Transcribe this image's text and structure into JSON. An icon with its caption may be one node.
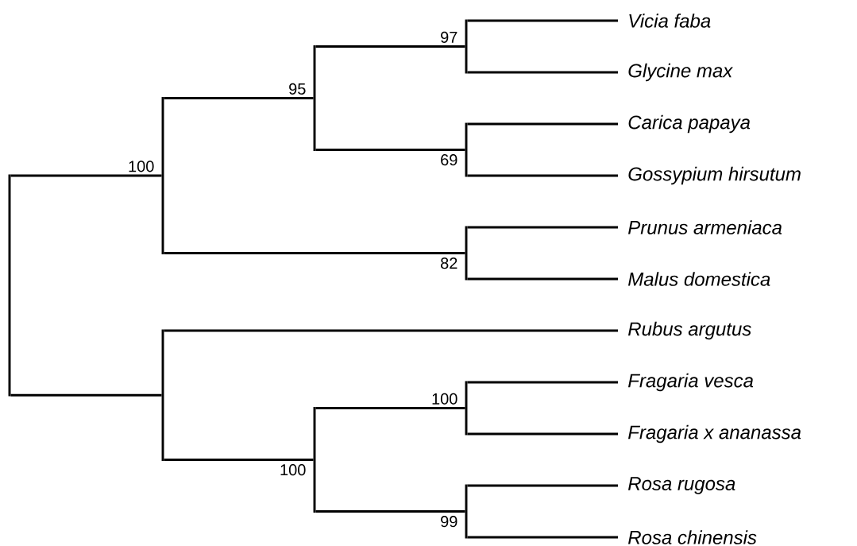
{
  "diagram": {
    "nodes": [
      {
        "text": [],
        "shape": "bar"
      },
      {
        "text": [],
        "shape": "bar",
        "beside": [
          "100"
        ]
      },
      {
        "text": [],
        "shape": "bar",
        "beside": [
          "95"
        ]
      },
      {
        "text": [],
        "shape": "bar",
        "beside": [
          "97"
        ]
      },
      {
        "text": [
          "Vicia faba"
        ]
      },
      {
        "text": [
          "Glycine max"
        ]
      },
      {
        "text": [],
        "shape": "bar",
        "beside": [
          "69"
        ]
      },
      {
        "text": [
          "Carica papaya"
        ]
      },
      {
        "text": [
          "Gossypium hirsutum"
        ]
      },
      {
        "text": [],
        "shape": "bar",
        "beside": [
          "82"
        ]
      },
      {
        "text": [
          "Prunus armeniaca"
        ]
      },
      {
        "text": [
          "Malus domestica"
        ]
      },
      {
        "text": [],
        "shape": "bar"
      },
      {
        "text": [
          "Rubus argutus"
        ]
      },
      {
        "text": [],
        "shape": "bar",
        "beside": [
          "100"
        ]
      },
      {
        "text": [],
        "shape": "bar",
        "beside": [
          "100"
        ]
      },
      {
        "text": [
          "Fragaria vesca"
        ]
      },
      {
        "text": [
          "Fragaria x ananassa"
        ]
      },
      {
        "text": [],
        "shape": "bar",
        "beside": [
          "99"
        ]
      },
      {
        "text": [
          "Rosa rugosa"
        ]
      },
      {
        "text": [
          "Rosa chinensis"
        ]
      }
    ],
    "edges": [
      {
        "from": 0,
        "to": 1,
        "arrow": "none"
      },
      {
        "from": 1,
        "to": 2,
        "arrow": "none"
      },
      {
        "from": 2,
        "to": 3,
        "arrow": "none"
      },
      {
        "from": 3,
        "to": 4,
        "arrow": "none"
      },
      {
        "from": 3,
        "to": 5,
        "arrow": "none"
      },
      {
        "from": 2,
        "to": 6,
        "arrow": "none"
      },
      {
        "from": 6,
        "to": 7,
        "arrow": "none"
      },
      {
        "from": 6,
        "to": 8,
        "arrow": "none"
      },
      {
        "from": 1,
        "to": 9,
        "arrow": "none"
      },
      {
        "from": 9,
        "to": 10,
        "arrow": "none"
      },
      {
        "from": 9,
        "to": 11,
        "arrow": "none"
      },
      {
        "from": 0,
        "to": 12,
        "arrow": "none"
      },
      {
        "from": 12,
        "to": 13,
        "arrow": "none"
      },
      {
        "from": 12,
        "to": 14,
        "arrow": "none"
      },
      {
        "from": 14,
        "to": 15,
        "arrow": "none"
      },
      {
        "from": 15,
        "to": 16,
        "arrow": "none"
      },
      {
        "from": 15,
        "to": 17,
        "arrow": "none"
      },
      {
        "from": 14,
        "to": 18,
        "arrow": "none"
      },
      {
        "from": 18,
        "to": 19,
        "arrow": "none"
      },
      {
        "from": 18,
        "to": 20,
        "arrow": "none"
      }
    ]
  }
}
